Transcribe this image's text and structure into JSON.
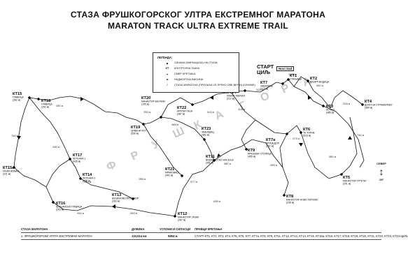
{
  "title_sr": "СТАЗА ФРУШКОГОРСКОГ УЛТРА ЕКСТРЕМНОГ МАРАТОНА",
  "title_en": "MARATON TRACK ULTRA EXTREME TRAIL",
  "start_label": "СТАРТ",
  "finish_label": "ЦИЉ",
  "start_place": "Novi Sad",
  "region": "ФРУШКА ГОРА",
  "compass": {
    "north": "СЕВЕР",
    "south": "ЈУГ"
  },
  "legend": {
    "title": "ЛЕГЕНДА:",
    "items": [
      {
        "symbol": "◆",
        "label": "ОЗНАКА (МАРКАЦИЈА) НА СТАЗИ"
      },
      {
        "symbol": "КТ",
        "label": "КОНТРОЛНА ТАЧКА"
      },
      {
        "symbol": "➔",
        "label": "СМЕР КРЕТАЊА"
      },
      {
        "symbol": "м",
        "label": "НАДМОРСКА ВИСИНА"
      },
      {
        "symbol": "∕",
        "label": "СТАЗА МАРАТОНА (ПРОЛАЗИ СЕ ПРЕКО ОВЕ ВЕЋИ) (ОЗНАКЕ)"
      }
    ]
  },
  "checkpoints": [
    {
      "id": "КТ1",
      "name": "СТАЊИЦА",
      "alt": ""
    },
    {
      "id": "КТ2",
      "name": "ВИЗИЋ ВОДИЦА",
      "alt": ""
    },
    {
      "id": "КТ3",
      "name": "АСПАЛ",
      "alt": "(486 м)"
    },
    {
      "id": "КТ4",
      "name": "ДОЛИ НА СТРАЖИЛОВУ",
      "alt": "(384 м)"
    },
    {
      "id": "КТ5",
      "name": "МАНАСТИР ГРГЕТЕГ",
      "alt": "(251 м)"
    },
    {
      "id": "КТ6",
      "name": "ТЕ ТОРНЕ",
      "alt": "(516 м)"
    },
    {
      "id": "КТ7",
      "name": "ЗАВАЛИЧЕ",
      "alt": "(212 м)"
    },
    {
      "id": "КТ7а",
      "name": "КРУШЕДОЛ",
      "alt": "(302 м)"
    },
    {
      "id": "КТ8",
      "name": "МАНАСТИР НОВО ХОПОВО",
      "alt": "(235 м)"
    },
    {
      "id": "КТ9",
      "name": "КРАЉЕВА СТОЛИЦА",
      "alt": "(455 м)"
    },
    {
      "id": "КТ11",
      "name": "ВРДНИК ЕТНО НАСЕЉЕ",
      "alt": "(351 м)"
    },
    {
      "id": "КТ12",
      "name": "МАНАСТИР ЈАЗАК",
      "alt": "(287 м)"
    },
    {
      "id": "КТ13",
      "name": "БЕШЕНОВО-ПРЊАВОР",
      "alt": "(263 м)"
    },
    {
      "id": "КТ14",
      "name": "ЛЕТЕНКА 2",
      "alt": "(435 м)"
    },
    {
      "id": "КТ15",
      "name": "ГЛАВИЦА",
      "alt": "(282 м)"
    },
    {
      "id": "КТ15а",
      "name": "ПАЛЕНКОВАЦ",
      "alt": "(221 м)"
    },
    {
      "id": "КТ16",
      "name": "ШУЉАМСКА ГЛАВИЦА",
      "alt": "(263 м)"
    },
    {
      "id": "КТ17",
      "name": "ЛЕТЕНКА 1",
      "alt": "(435 м)"
    },
    {
      "id": "КТ18",
      "name": "ГЛАВИЦА",
      "alt": "(262 м)"
    },
    {
      "id": "КТ19",
      "name": "ЦРВЕНИ ЧОТ",
      "alt": "(539 м)"
    },
    {
      "id": "КТ20",
      "name": "МАНАСТИР БЕОЧИН",
      "alt": "(195 м)"
    },
    {
      "id": "КТ21",
      "name": "МРАКОВАЦ",
      "alt": "(492 м)"
    },
    {
      "id": "КТ22",
      "name": "КРУГЛА ПАЈА",
      "alt": "(387 м)"
    },
    {
      "id": "КТ23",
      "name": "ЗМАЈЕВАЦ",
      "alt": "(482 м)"
    },
    {
      "id": "КТ24",
      "name": "ИЗВОР ЗВЕЧАН",
      "alt": "(212 м)"
    }
  ],
  "table": {
    "headers": [
      "СТАЗА МАРАТОНА",
      "ДУЖИНА",
      "УСПОНИ И СИЛАСЦИ",
      "ПРАВЦИ КРЕТАЊА"
    ],
    "rows": [
      [
        "1. ФРУШКОГОРСКИ УЛТРА ЕКСТРЕМНИ МАРАТОН",
        "133,614 км",
        "5954 м",
        "СТАРТ-КТ1, КТ2, КТ3, КТ4, КТ5, КТ6, КТ7, КТ7а, КТ8, КТ9, КТ11, КТ12, КТ13, КТ14, КТ15, КТ15а, КТ16, КТ17, КТ18, КТ19, КТ20, КТ21, КТ22, КТ23, КТ24-ЦИЉ"
      ]
    ]
  },
  "colors": {
    "track": "#111111",
    "marker": "#000000",
    "region_text": "#c8c8c8"
  }
}
